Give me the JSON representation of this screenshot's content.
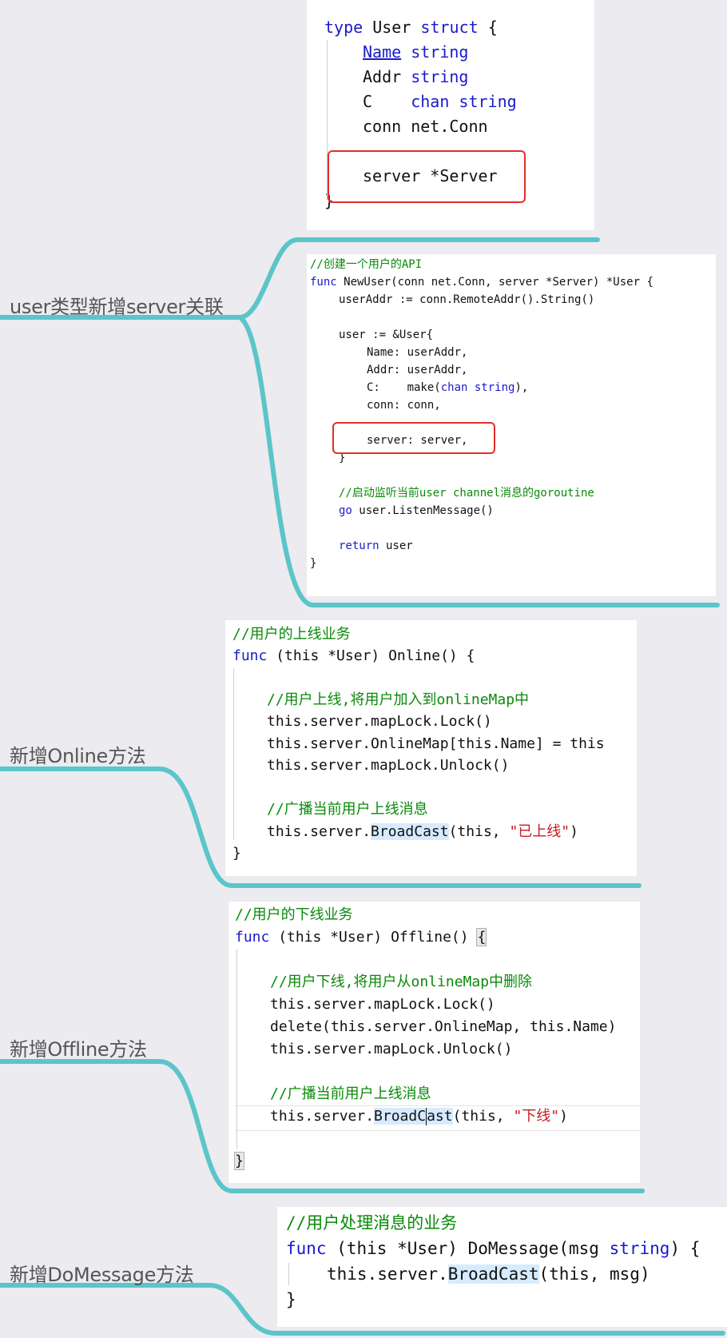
{
  "colors": {
    "background": "#ebebf0",
    "connector": "#5bc5c9",
    "keyword": "#1a1acc",
    "comment": "#0a8a0a",
    "string": "#c8191f",
    "highlight_box": "#e0302a"
  },
  "labels": {
    "user_server": "user类型新增server关联",
    "online": "新增Online方法",
    "offline": "新增Offline方法",
    "domessage": "新增DoMessage方法"
  },
  "struct_code": {
    "l1_kw1": "type",
    "l1_name": " User ",
    "l1_kw2": "struct",
    "l1_end": " {",
    "l2_field": "Name",
    "l2_type": "string",
    "l3_field": "Addr",
    "l3_type": "string",
    "l4_field": "C",
    "l4_type": "chan string",
    "l5": "conn net.Conn",
    "l6": "server *Server",
    "l7": "}"
  },
  "newuser_code": {
    "comment1": "//创建一个用户的API",
    "sig_kw": "func",
    "sig_rest": " NewUser(conn net.Conn, server *Server) *User {",
    "l_addr": "userAddr := conn.RemoteAddr().String()",
    "l_user": "user := &User{",
    "l_name": "Name: userAddr,",
    "l_addr2": "Addr: userAddr,",
    "l_c_pre": "C:    make(",
    "l_c_kw": "chan string",
    "l_c_post": "),",
    "l_conn": "conn: conn,",
    "l_server": "server: server,",
    "l_close_inner": "}",
    "comment2": "//启动监听当前user channel消息的goroutine",
    "go_kw": "go",
    "go_rest": " user.ListenMessage()",
    "ret_kw": "return",
    "ret_rest": " user",
    "close": "}"
  },
  "online_code": {
    "comment1": "//用户的上线业务",
    "sig_kw": "func",
    "sig_rest": " (this *User) Online() {",
    "comment2": "//用户上线,将用户加入到onlineMap中",
    "l1": "this.server.mapLock.Lock()",
    "l2": "this.server.OnlineMap[this.Name] = this",
    "l3": "this.server.mapLock.Unlock()",
    "comment3": "//广播当前用户上线消息",
    "bc_pre": "this.server.",
    "bc_fn": "BroadCast",
    "bc_mid": "(this, ",
    "bc_str": "\"已上线\"",
    "bc_post": ")",
    "close": "}"
  },
  "offline_code": {
    "comment1": "//用户的下线业务",
    "sig_kw": "func",
    "sig_rest": " (this *User) Offline() ",
    "sig_brace": "{",
    "comment2": "//用户下线,将用户从onlineMap中删除",
    "l1": "this.server.mapLock.Lock()",
    "l2": "delete(this.server.OnlineMap, this.Name)",
    "l3": "this.server.mapLock.Unlock()",
    "comment3": "//广播当前用户上线消息",
    "bc_pre": "this.server.",
    "bc_fn_a": "BroadC",
    "bc_fn_b": "ast",
    "bc_mid": "(this, ",
    "bc_str": "\"下线\"",
    "bc_post": ")",
    "close": "}"
  },
  "domessage_code": {
    "comment1": "//用户处理消息的业务",
    "sig_kw": "func",
    "sig_mid": " (this *User) DoMessage(msg ",
    "sig_kw2": "string",
    "sig_end": ") {",
    "bc_pre": "this.server.",
    "bc_fn": "BroadCast",
    "bc_post": "(this, msg)",
    "close": "}"
  }
}
